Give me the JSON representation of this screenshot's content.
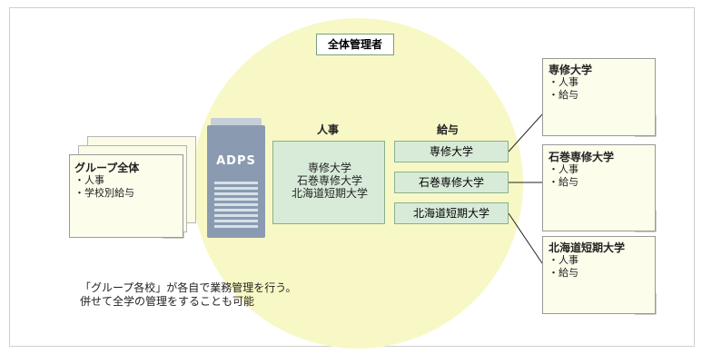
{
  "admin_label": "全体管理者",
  "group_doc": {
    "title": "グループ全体",
    "items": [
      "・人事",
      "・学校別給与"
    ]
  },
  "server_label": "ADPS",
  "hr_heading": "人事",
  "hr_schools": [
    "専修大学",
    "石巻専修大学",
    "北海道短期大学"
  ],
  "pay_heading": "給与",
  "pay_schools": [
    "専修大学",
    "石巻専修大学",
    "北海道短期大学"
  ],
  "right_docs": [
    {
      "title": "専修大学",
      "items": [
        "・人事",
        "・給与"
      ]
    },
    {
      "title": "石巻専修大学",
      "items": [
        "・人事",
        "・給与"
      ]
    },
    {
      "title": "北海道短期大学",
      "items": [
        "・人事",
        "・給与"
      ]
    }
  ],
  "note": [
    "「グループ各校」が各自で業務管理を行う。",
    "併せて全学の管理をすることも可能"
  ]
}
